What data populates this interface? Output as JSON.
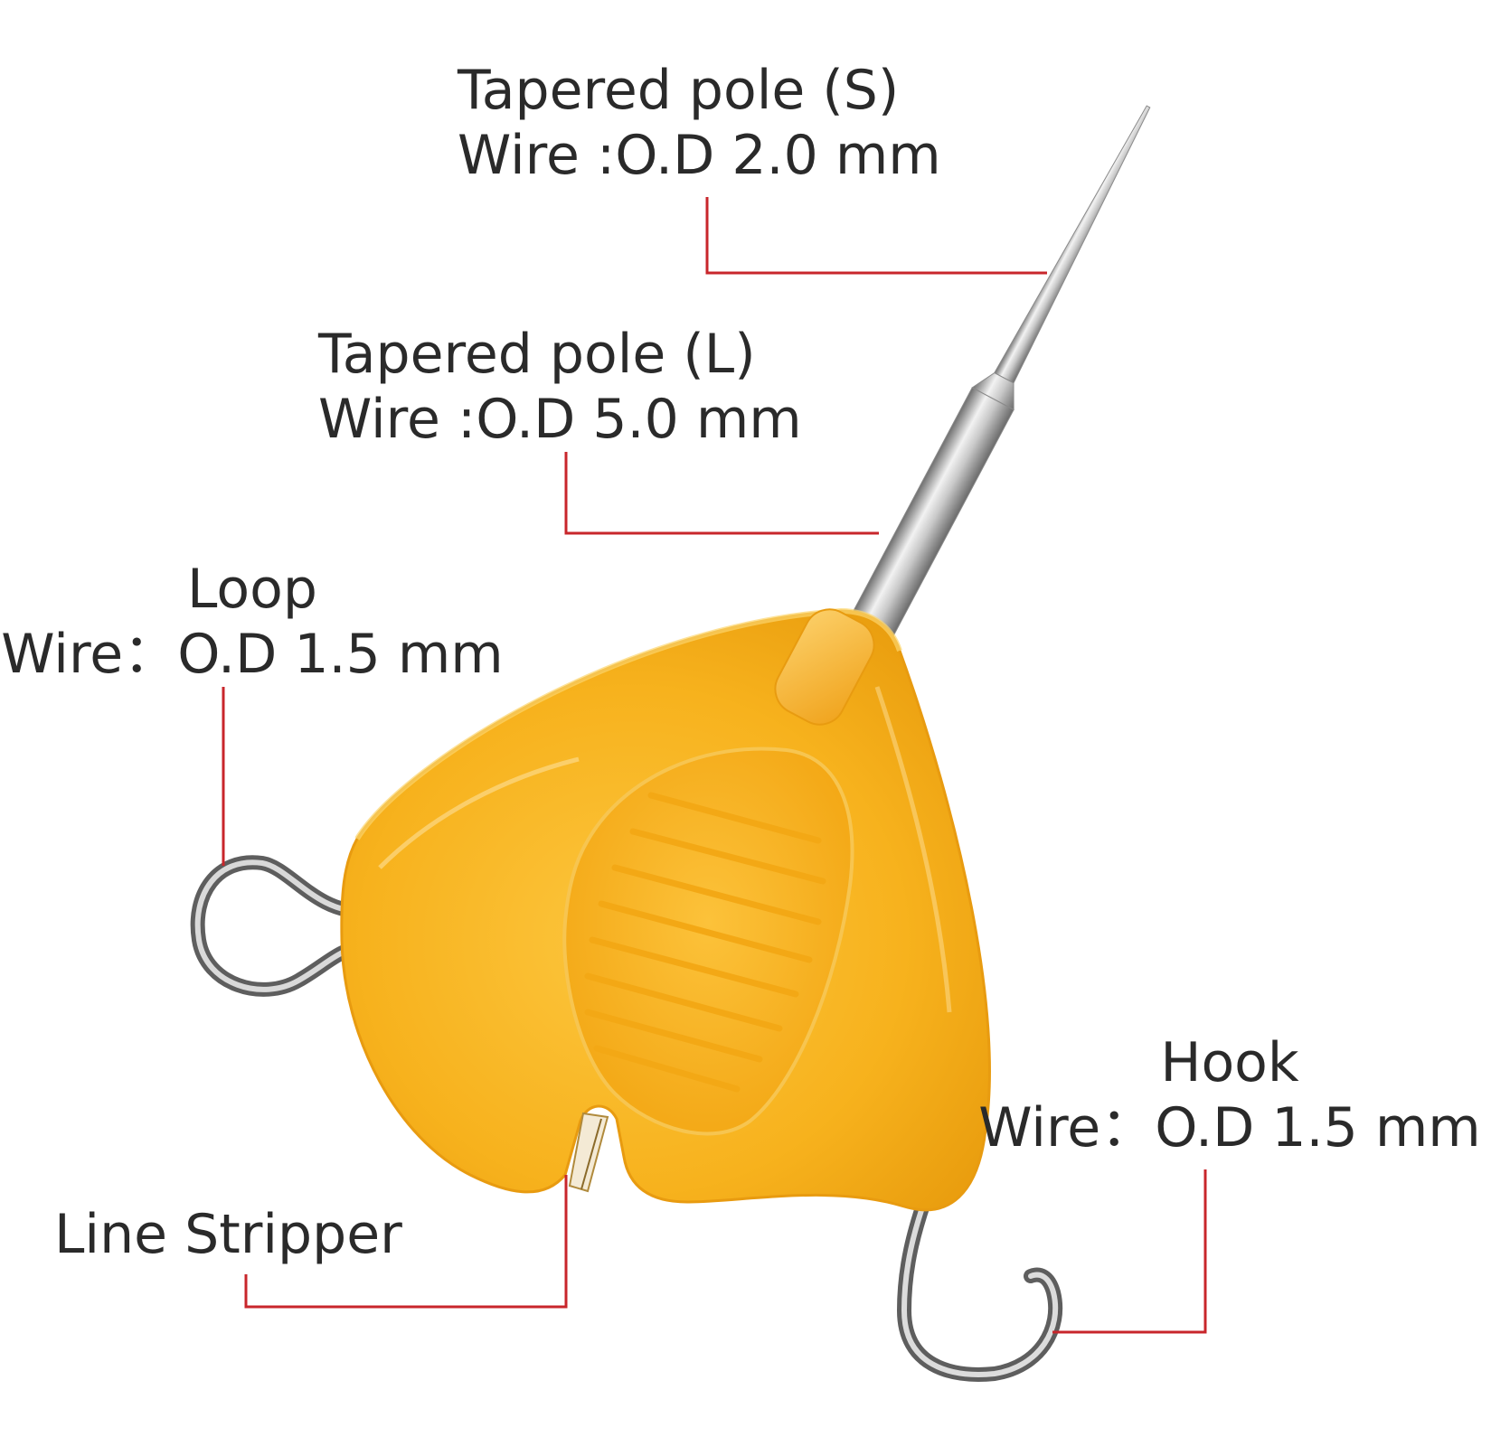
{
  "callouts": {
    "tapered_pole_s": {
      "title": "Tapered pole (S)",
      "spec": "Wire :O.D 2.0 mm"
    },
    "tapered_pole_l": {
      "title": "Tapered pole (L)",
      "spec": "Wire :O.D 5.0 mm"
    },
    "loop": {
      "title": "Loop",
      "spec": "Wire：O.D 1.5 mm"
    },
    "hook": {
      "title": "Hook",
      "spec": "Wire：O.D 1.5 mm"
    },
    "line_stripper": {
      "title": "Line Stripper"
    }
  },
  "colors": {
    "leader_line": "#c8262b",
    "body_yellow": "#f7b21d",
    "body_highlight": "#fcd46a",
    "body_shadow": "#e08f0a",
    "steel_light": "#e6e6e6",
    "steel_dark": "#7a7a7a",
    "text": "#2a2a2a"
  }
}
